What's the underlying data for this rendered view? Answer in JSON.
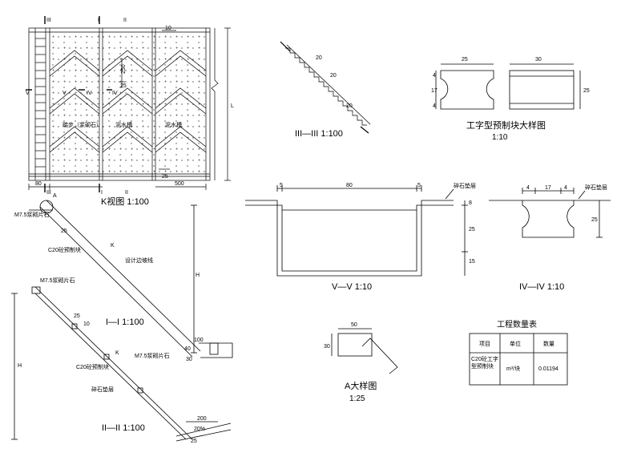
{
  "k_view": {
    "title": "K视图 1:100",
    "section_marks": {
      "iii": "III",
      "i": "I",
      "ii": "II",
      "iv": "IV",
      "v": "V"
    },
    "labels": {
      "step": "踏步（浆砌石）",
      "rainwater": "泥水槽",
      "rainwater2": "泥水槽"
    },
    "dims": {
      "d80": "80",
      "d500": "500",
      "d250": "250",
      "d25": "25",
      "d10": "10",
      "dL": "L",
      "d25b": "25"
    }
  },
  "section_iii": {
    "title": "III—III 1:100",
    "d20a": "20",
    "d20b": "20",
    "d20c": "20"
  },
  "block_detail": {
    "title": "工字型预制块大样图",
    "scale": "1:10",
    "dims": {
      "w25": "25",
      "w30": "30",
      "h4a": "4",
      "h17": "17",
      "h4b": "4",
      "h25": "25"
    }
  },
  "section_i": {
    "title": "I—I 1:100",
    "labels": {
      "m75_top": "M7.5浆砌片石",
      "c20": "C20砼预制块",
      "m75_bot": "M7.5浆砌片石",
      "slope": "设计边坡线"
    },
    "dims": {
      "d25": "25",
      "dH": "H",
      "d100": "100",
      "d40": "40",
      "d30": "30",
      "mark_k": "K",
      "mark_a": "A"
    }
  },
  "section_ii": {
    "title": "II—II 1:100",
    "labels": {
      "m75": "M7.5浆砌片石",
      "c20": "C20砼预制块",
      "gravel": "碎石垫层"
    },
    "dims": {
      "d25": "25",
      "d10": "10",
      "dH": "H",
      "d200": "200",
      "slope": "20%",
      "d25b": "25",
      "mark_k": "K"
    }
  },
  "section_v": {
    "title": "V—V 1:10",
    "dims": {
      "w5a": "5",
      "w80": "80",
      "w5b": "5",
      "h8": "8",
      "h25": "25",
      "h15": "15"
    },
    "note": "碎石垫层"
  },
  "section_iv": {
    "title": "IV—IV 1:10",
    "dims": {
      "w4a": "4",
      "w17": "17",
      "w4b": "4",
      "h25": "25"
    },
    "note": "碎石垫层"
  },
  "detail_a": {
    "title": "A大样图",
    "scale": "1:25",
    "d50": "50",
    "d30": "30"
  },
  "quantity_table": {
    "title": "工程数量表",
    "headers": [
      "项目",
      "单位",
      "数量"
    ],
    "rows": [
      {
        "item": "C20砼工字型预制块",
        "unit": "m³/块",
        "qty": "0.01194"
      }
    ]
  }
}
